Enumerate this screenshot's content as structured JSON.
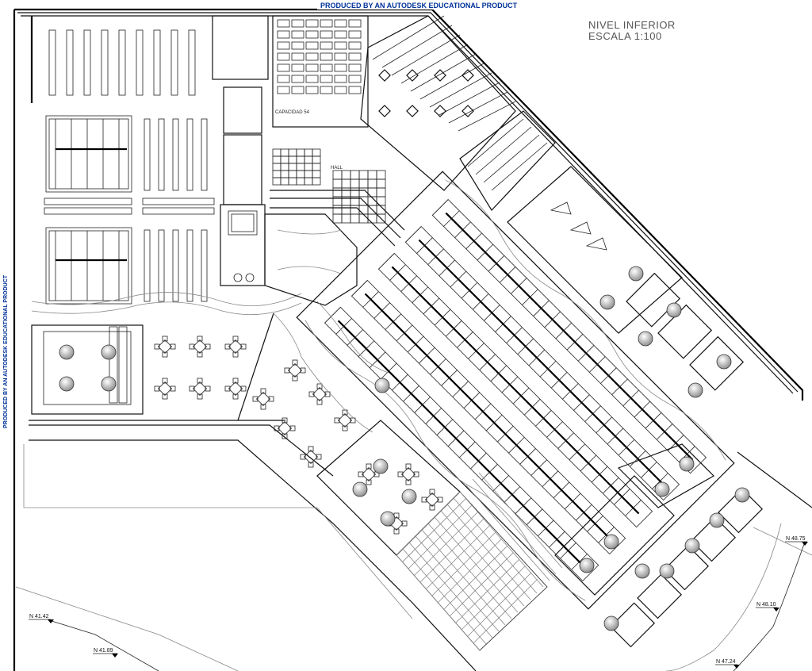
{
  "drawing": {
    "title": "NIVEL INFERIOR",
    "scale": "ESCALA 1:100",
    "watermark_top": "PRODUCED BY AN AUTODESK EDUCATIONAL PRODUCT",
    "watermark_side": "PRODUCED BY AN AUTODESK EDUCATIONAL PRODUCT",
    "room_labels": {
      "capacity": "CAPACIDAD 54",
      "hall": "HALL"
    },
    "elevations": [
      "N 41.42",
      "N 41.89",
      "N 48.75",
      "N 48.10",
      "N 47.24"
    ]
  }
}
